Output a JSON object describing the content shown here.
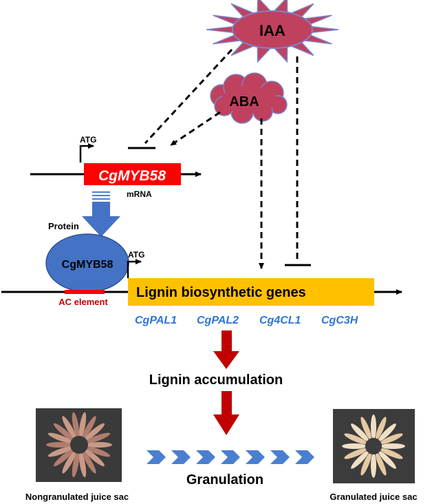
{
  "hormones": {
    "iaa": "IAA",
    "aba": "ABA"
  },
  "gene": {
    "atg_top": "ATG",
    "name": "CgMYB58",
    "mrna": "mRNA"
  },
  "protein": {
    "label": "Protein",
    "name": "CgMYB58",
    "ac_element": "AC element",
    "atg": "ATG"
  },
  "lignin_genes": {
    "title": "Lignin biosynthetic genes",
    "genes": [
      "CgPAL1",
      "CgPAL2",
      "Cg4CL1",
      "CgC3H"
    ]
  },
  "outcomes": {
    "accumulation": "Lignin accumulation",
    "granulation": "Granulation"
  },
  "photos": {
    "left_caption": "Nongranulated juice sac",
    "right_caption": "Granulated juice sac"
  },
  "colors": {
    "hormone_fill": "#c0415e",
    "hormone_spike": "#7c84c8",
    "gene_box": "#ff0000",
    "protein_fill": "#4472c4",
    "lignin_box": "#ffc000",
    "gene_text": "#2e75d6",
    "arrow_red": "#c00000",
    "chevron": "#4a7fd0"
  }
}
